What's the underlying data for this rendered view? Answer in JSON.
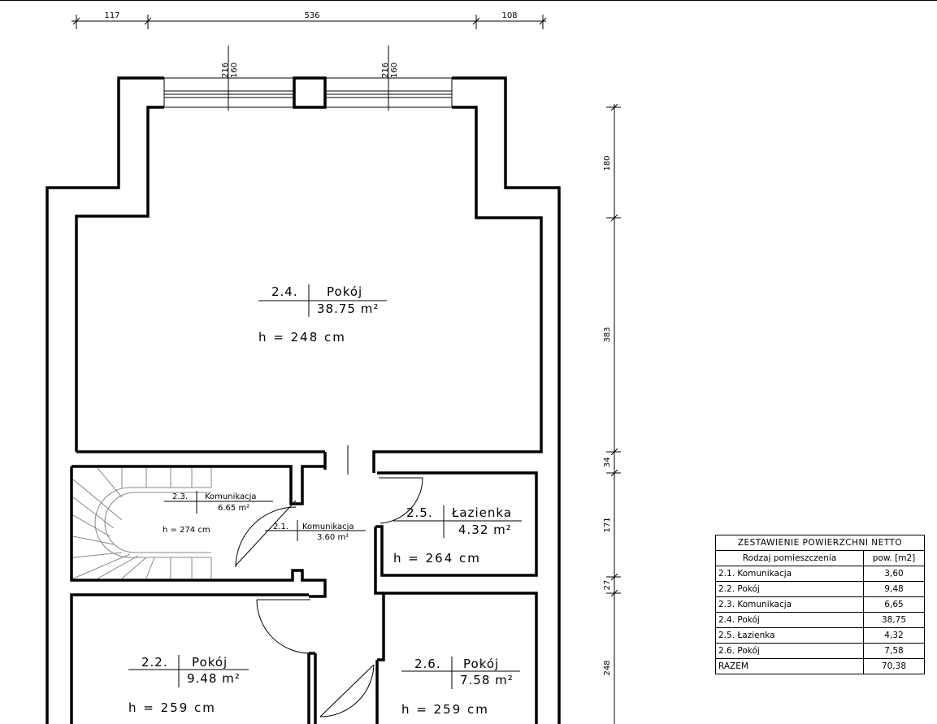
{
  "dimensions": {
    "top": [
      "117",
      "536",
      "108"
    ],
    "windows": [
      {
        "a": "216",
        "b": "160"
      },
      {
        "a": "216",
        "b": "160"
      }
    ],
    "right": [
      "180",
      "383",
      "34",
      "171",
      "27",
      "248"
    ]
  },
  "rooms": [
    {
      "id": "r24",
      "number": "2.4.",
      "name": "Pokój",
      "area": "38.75 m²",
      "height": "h = 248 cm"
    },
    {
      "id": "r23",
      "number": "2.3.",
      "name": "Komunikacja",
      "area": "6.65 m²",
      "height": "h = 274 cm"
    },
    {
      "id": "r21",
      "number": "2.1.",
      "name": "Komunikacja",
      "area": "3.60 m²"
    },
    {
      "id": "r25",
      "number": "2.5.",
      "name": "Łazienka",
      "area": "4.32 m²",
      "height": "h = 264 cm"
    },
    {
      "id": "r22",
      "number": "2.2.",
      "name": "Pokój",
      "area": "9.48 m²",
      "height": "h = 259 cm"
    },
    {
      "id": "r26",
      "number": "2.6.",
      "name": "Pokój",
      "area": "7.58 m²",
      "height": "h = 259 cm"
    }
  ],
  "area_table": {
    "title": "ZESTAWIENIE POWIERZCHNI NETTO",
    "col_name": "Rodzaj pomieszczenia",
    "col_area": "pow. [m2]",
    "rows": [
      {
        "name": "2.1. Komunikacja",
        "area": "3,60"
      },
      {
        "name": "2.2. Pokój",
        "area": "9,48"
      },
      {
        "name": "2.3. Komunikacja",
        "area": "6,65"
      },
      {
        "name": "2.4. Pokój",
        "area": "38,75"
      },
      {
        "name": "2.5. Łazienka",
        "area": "4,32"
      },
      {
        "name": "2.6. Pokój",
        "area": "7,58"
      }
    ],
    "total_label": "RAZEM",
    "total_value": "70,38"
  }
}
